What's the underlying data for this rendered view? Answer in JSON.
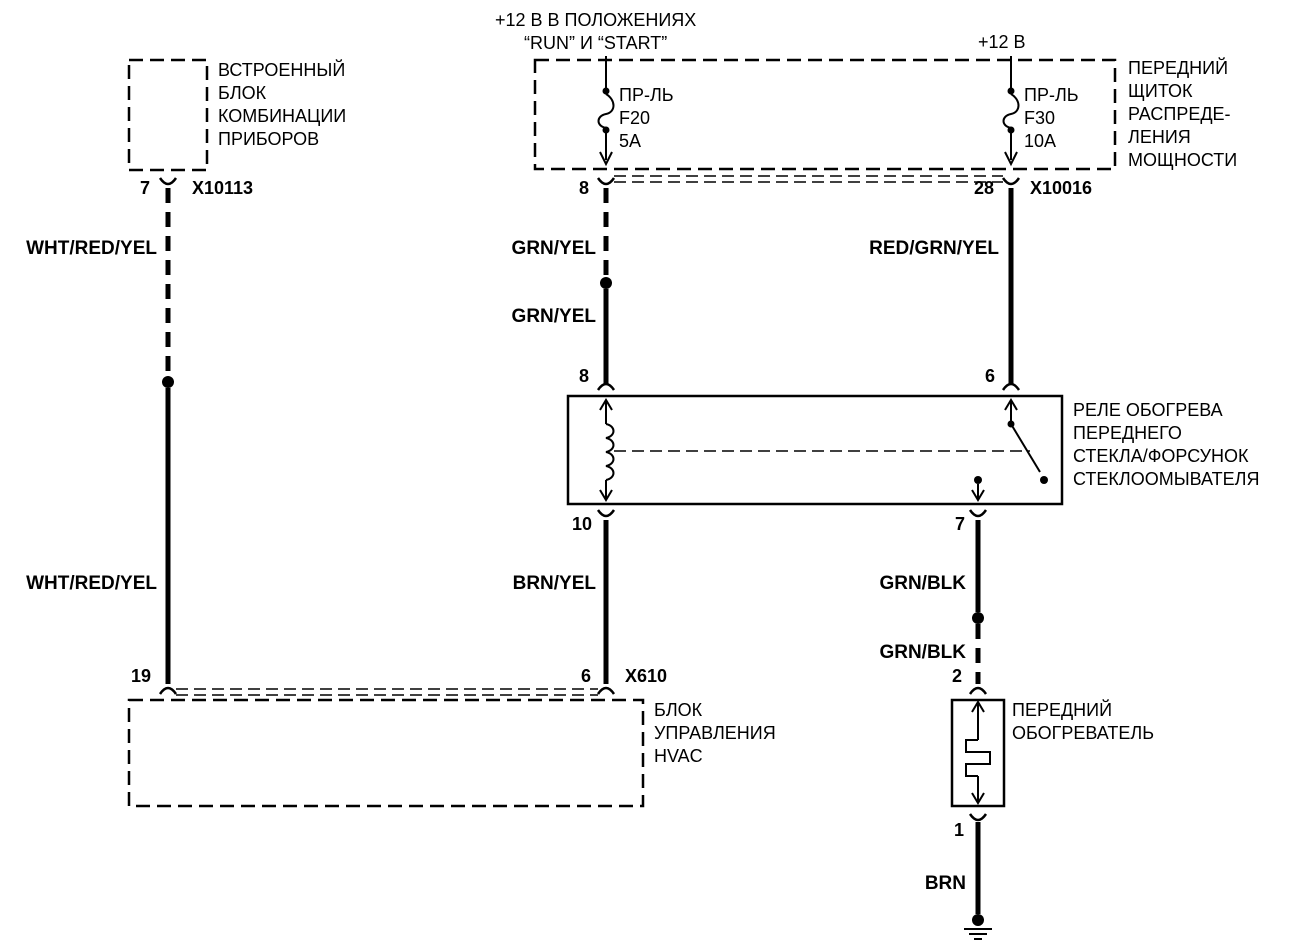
{
  "components": {
    "cluster": {
      "lines": [
        "ВСТРОЕННЫЙ",
        "БЛОК",
        "КОМБИНАЦИИ",
        "ПРИБОРОВ"
      ]
    },
    "pdc": {
      "lines": [
        "ПЕРЕДНИЙ",
        "ЩИТОК",
        "РАСПРЕДЕ-",
        "ЛЕНИЯ",
        "МОЩНОСТИ"
      ]
    },
    "relay": {
      "lines": [
        "РЕЛЕ ОБОГРЕВА",
        "ПЕРЕДНЕГО",
        "СТЕКЛА/ФОРСУНОК",
        "СТЕКЛООМЫВАТЕЛЯ"
      ]
    },
    "hvac": {
      "lines": [
        "БЛОК",
        "УПРАВЛЕНИЯ",
        "HVAC"
      ]
    },
    "heater": {
      "lines": [
        "ПЕРЕДНИЙ",
        "ОБОГРЕВАТЕЛЬ"
      ]
    }
  },
  "power": {
    "run_start": [
      "+12 В В ПОЛОЖЕНИЯХ",
      "“RUN” И  “START”"
    ],
    "battery": "+12 В"
  },
  "fuses": [
    {
      "lines": [
        "ПР-ЛЬ",
        "F20",
        "5A"
      ]
    },
    {
      "lines": [
        "ПР-ЛЬ",
        "F30",
        "10A"
      ]
    }
  ],
  "connectors": {
    "cluster": "X10113",
    "pdc": "X10016",
    "hvac": "X610"
  },
  "pins": {
    "cluster_7": "7",
    "pdc_8": "8",
    "pdc_28": "28",
    "relay_8": "8",
    "relay_6": "6",
    "relay_10": "10",
    "relay_7": "7",
    "hvac_19": "19",
    "hvac_6": "6",
    "heater_2": "2",
    "heater_1": "1"
  },
  "wires": {
    "left_top": "WHT/RED/YEL",
    "left_bottom": "WHT/RED/YEL",
    "mid_top": "GRN/YEL",
    "mid_mid": "GRN/YEL",
    "mid_bottom": "BRN/YEL",
    "right_top": "RED/GRN/YEL",
    "heater_top": "GRN/BLK",
    "heater_mid": "GRN/BLK",
    "ground": "BRN"
  }
}
